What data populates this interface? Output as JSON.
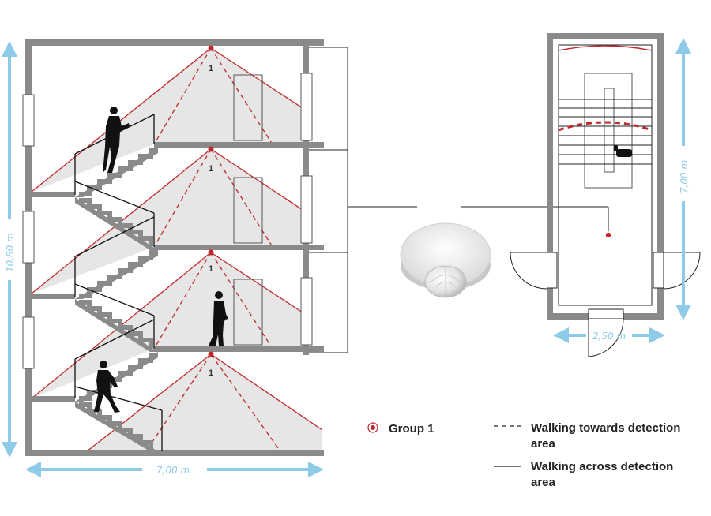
{
  "dimensions": {
    "height_section": "10,80 m",
    "width_section": "7,00 m",
    "length_plan": "7,00 m",
    "width_plan": "2,50 m"
  },
  "sensor_labels": [
    "1",
    "1",
    "1",
    "1"
  ],
  "legend": {
    "group_label": "Group 1",
    "dashed_line1": "Walking towards detection",
    "dashed_line2": "area",
    "solid_line1": "Walking across detection",
    "solid_line2": "area"
  },
  "colors": {
    "wall": "#8a8a8a",
    "detection_red": "#c0282d",
    "zone_fill": "#e6e6e6",
    "dimension_blue": "#8ecbe8"
  }
}
